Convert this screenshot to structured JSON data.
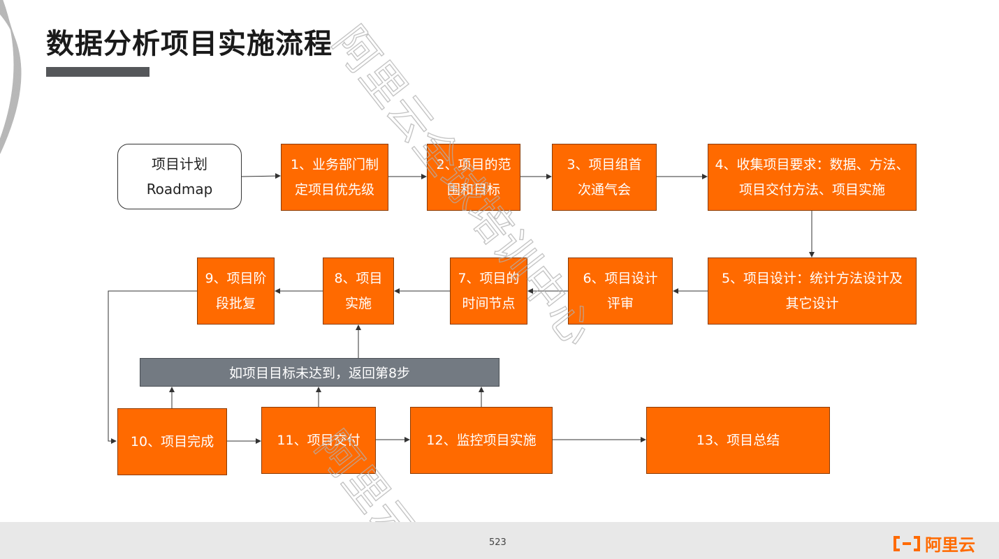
{
  "title": "数据分析项目实施流程",
  "start": {
    "line1": "项目计划",
    "line2": "Roadmap"
  },
  "steps": [
    {
      "id": "1",
      "lines": [
        "1、业务部门制",
        "定项目优先级"
      ]
    },
    {
      "id": "2",
      "lines": [
        "2、项目的范",
        "围和目标"
      ]
    },
    {
      "id": "3",
      "lines": [
        "3、项目组首",
        "次通气会"
      ]
    },
    {
      "id": "4",
      "lines": [
        "4、收集项目要求：数据、方法、",
        "项目交付方法、项目实施"
      ]
    },
    {
      "id": "5",
      "lines": [
        "5、项目设计：统计方法设计及",
        "其它设计"
      ]
    },
    {
      "id": "6",
      "lines": [
        "6、项目设计",
        "评审"
      ]
    },
    {
      "id": "7",
      "lines": [
        "7、项目的",
        "时间节点"
      ]
    },
    {
      "id": "8",
      "lines": [
        "8、项目",
        "实施"
      ]
    },
    {
      "id": "9",
      "lines": [
        "9、项目阶",
        "段批复"
      ]
    },
    {
      "id": "10",
      "lines": [
        "10、项目完成"
      ]
    },
    {
      "id": "11",
      "lines": [
        "11、项目交付"
      ]
    },
    {
      "id": "12",
      "lines": [
        "12、监控项目实施"
      ]
    },
    {
      "id": "13",
      "lines": [
        "13、项目总结"
      ]
    }
  ],
  "loopback_label": "如项目目标未达到，返回第8步",
  "page_number": "523",
  "logo_text": "阿里云",
  "watermark": "阿里云全球培训中心",
  "colors": {
    "step": "#ff6a00",
    "loopback": "#737a82",
    "accent": "#ff6a00"
  }
}
